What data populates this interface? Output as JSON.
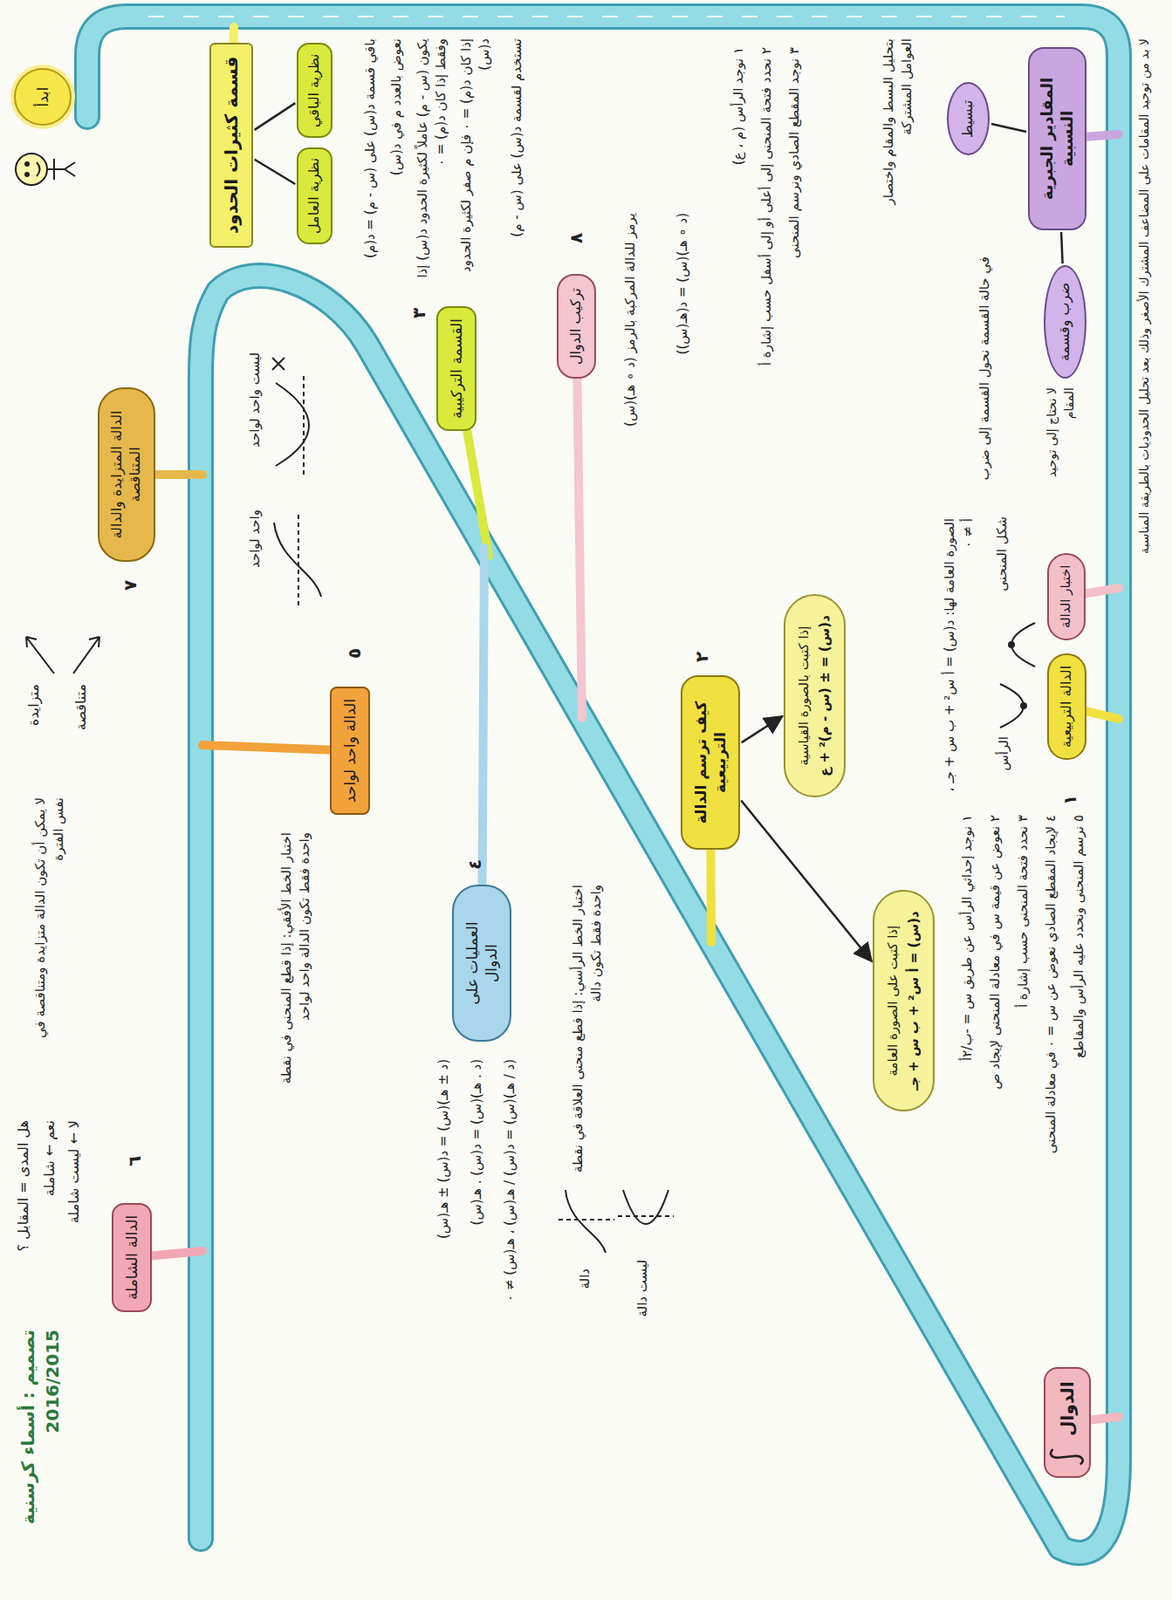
{
  "diagram": {
    "nodes": [
      {
        "text": [
          "ابدأ"
        ]
      },
      {
        "text": [
          "قسمة كثيرات الحدود"
        ]
      },
      {
        "text": [
          "نظرية الباقي"
        ]
      },
      {
        "text": [
          "نظرية العامل"
        ]
      },
      {
        "text": [
          "القسمة التركيبية"
        ]
      },
      {
        "text": [
          "المقادير الجبرية النسبية"
        ]
      },
      {
        "text": [
          "تبسيط"
        ]
      },
      {
        "text": [
          "ضرب وقسمة"
        ]
      },
      {
        "text": [
          "الدوال"
        ]
      },
      {
        "text": [
          "اختبار الدالة"
        ]
      },
      {
        "text": [
          "الدالة التربيعية"
        ]
      },
      {
        "text": [
          "كيف ترسم الدالة التربيعية"
        ]
      },
      {
        "text": [
          "إذا كتبت بالصورة القياسية",
          "د(س) = ± (س - م)² + ع"
        ]
      },
      {
        "text": [
          "إذا كتبت على الصورة العامة",
          "د(س) = أ س² + ب س + جـ"
        ]
      },
      {
        "text": [
          "العمليات على الدوال"
        ]
      },
      {
        "text": [
          "الدالة واحد لواحد"
        ]
      },
      {
        "text": [
          "الدالة الشاملة"
        ]
      },
      {
        "text": [
          "الدالة المتزايدة والدالة المتناقصة"
        ]
      },
      {
        "text": [
          "تركيب الدوال"
        ]
      }
    ],
    "edges": [
      {
        "from": 1,
        "to": 2,
        "arrow": "none"
      },
      {
        "from": 1,
        "to": 3,
        "arrow": "none"
      },
      {
        "from": 5,
        "to": 6,
        "arrow": "none"
      },
      {
        "from": 5,
        "to": 7,
        "arrow": "none"
      },
      {
        "from": 11,
        "to": 12,
        "arrow": "to"
      },
      {
        "from": 11,
        "to": 13,
        "arrow": "to"
      }
    ],
    "labels": [
      "تصميم : أسماء كرسنية 2016/2015",
      "هل المدى = المقابل ؟",
      "نعم ← شاملة",
      "لا ← ليست شاملة",
      "٦",
      "٧",
      "متزايدة",
      "متناقصة",
      "لا يمكن أن تكون الدالة متزايدة ومتناقصة في نفس الفترة",
      "باقي قسمة د(س) على (س - م) = د(م)",
      "نعوض بالعدد م في د(س)",
      "يكون (س - م) عاملاً لكثيرة الحدود د(س) إذا وفقط إذا كان د(م) = ٠",
      "إذا كان د(م) = ٠ فإن م صفر لكثيرة الحدود د(س)",
      "تستخدم لقسمة د(س) على (س - م)",
      "٣",
      "٨",
      "يرمز للدالة المركبة بالرمز (د ∘ هـ)(س)",
      "(د ∘ هـ)(س) = د(هـ(س))",
      "اختبار الخط الأفقي: إذا قطع المنحنى في نقطة واحدة فقط تكون الدالة واحد لواحد",
      "واحد لواحد",
      "ليست واحد لواحد",
      "٥",
      "٤",
      "(د ± هـ)(س) = د(س) ± هـ(س)",
      "(د . هـ)(س) = د(س) . هـ(س)",
      "(د / هـ)(س) = د(س) / هـ(س) ، هـ(س) ≠ ٠",
      "اختبار الخط الرأسي: إذا قطع منحنى العلاقة في نقطة واحدة فقط تكون دالة",
      "دالة",
      "ليست دالة",
      "٢",
      "١ نوجد الرأس (م ، ع)",
      "٢ نحدد فتحة المنحنى إلى أعلى أو إلى أسفل حسب إشارة أ",
      "٣ نوجد المقطع الصادي ونرسم المنحنى",
      "١ نوجد إحداثي الرأس عن طريق س = -ب/٢أ",
      "٢ نعوض عن قيمة س في معادلة المنحنى لإيجاد ص",
      "٣ نحدد فتحة المنحنى حسب إشارة أ",
      "٤ لإيجاد المقطع الصادي نعوض عن س = ٠ في معادلة المنحنى",
      "٥ نرسم المنحنى ونحدد عليه الرأس والمقاطع",
      "الصورة العامة لها: د(س) = أ س² + ب س + جـ ، أ ≠ ٠",
      "شكل المنحنى",
      "الرأس",
      "١",
      "بتحليل البسط والمقام واختصار العوامل المشتركة",
      "في حالة القسمة نحول القسمة إلى ضرب",
      "لا نحتاج إلى توحيد المقام",
      "لا بد من توحيد المقامات على المضاعف المشترك الأصغر وذلك بعد تحليل الحدوديات بالطريقة المناسبة"
    ]
  }
}
